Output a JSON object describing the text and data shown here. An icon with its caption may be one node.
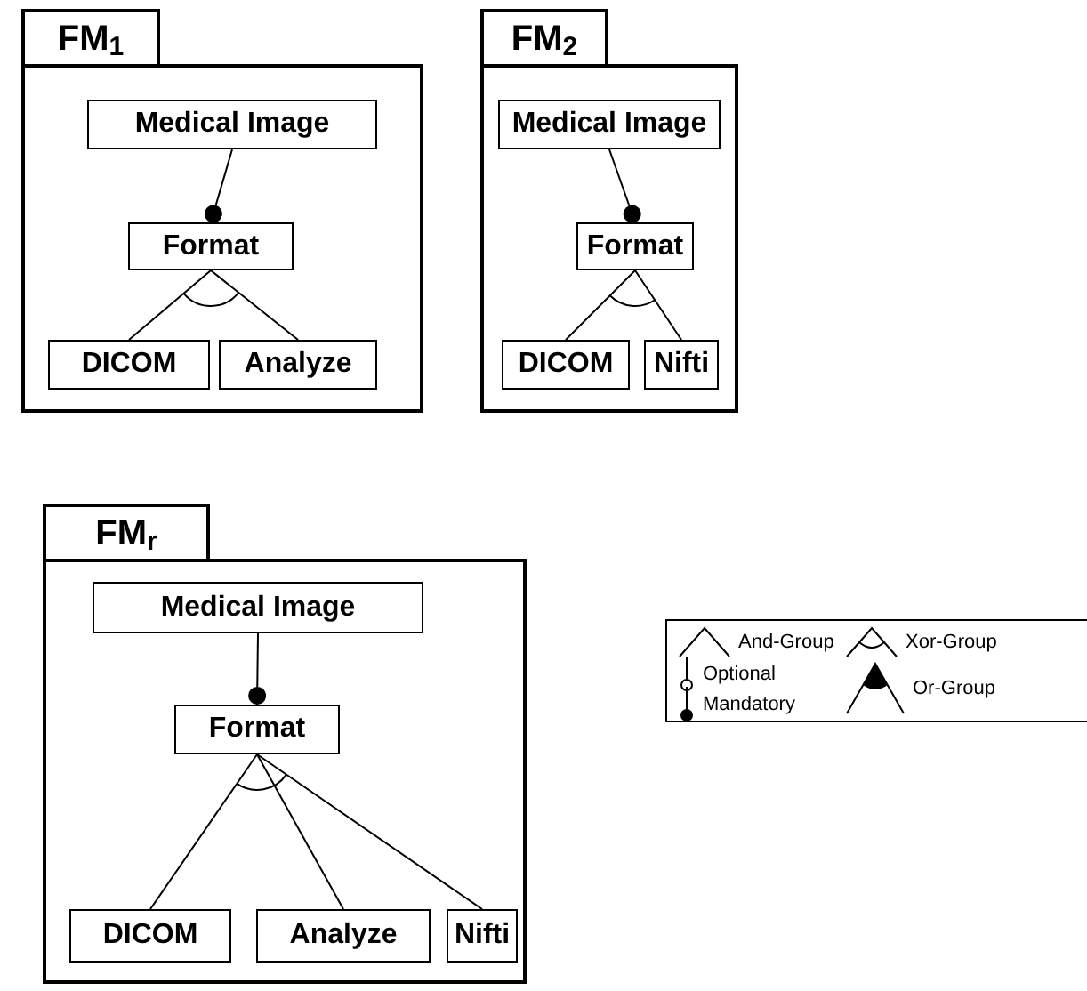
{
  "diagram": {
    "nodes": [
      {
        "text": [
          "FM$_{1}$"
        ]
      },
      {
        "text": [
          "Medical Image"
        ],
        "in": 0
      },
      {
        "text": [
          "Format"
        ],
        "in": 0
      },
      {
        "text": [
          "DICOM"
        ],
        "in": 0
      },
      {
        "text": [
          "Analyze"
        ],
        "in": 0
      },
      {
        "text": [
          "FM$_{2}$"
        ]
      },
      {
        "text": [
          "Medical Image"
        ],
        "in": 5
      },
      {
        "text": [
          "Format"
        ],
        "in": 5
      },
      {
        "text": [
          "DICOM"
        ],
        "in": 5
      },
      {
        "text": [
          "Nifti"
        ],
        "in": 5
      },
      {
        "text": [
          "FM$_{r}$"
        ]
      },
      {
        "text": [
          "Medical Image"
        ],
        "in": 10
      },
      {
        "text": [
          "Format"
        ],
        "in": 10
      },
      {
        "text": [
          "DICOM"
        ],
        "in": 10
      },
      {
        "text": [
          "Analyze"
        ],
        "in": 10
      },
      {
        "text": [
          "Nifti"
        ],
        "in": 10
      }
    ],
    "edges": [
      {
        "from": 1,
        "to": 2,
        "arrow": "other"
      },
      {
        "from": 2,
        "to": 3,
        "arrow": "none"
      },
      {
        "from": 2,
        "to": 4,
        "arrow": "none"
      },
      {
        "from": 6,
        "to": 7,
        "arrow": "other"
      },
      {
        "from": 7,
        "to": 8,
        "arrow": "none"
      },
      {
        "from": 7,
        "to": 9,
        "arrow": "none"
      },
      {
        "from": 11,
        "to": 12,
        "arrow": "other"
      },
      {
        "from": 12,
        "to": 13,
        "arrow": "none"
      },
      {
        "from": 12,
        "to": 14,
        "arrow": "none"
      },
      {
        "from": 12,
        "to": 15,
        "arrow": "none"
      }
    ],
    "legend": [
      {
        "text": "And-Group"
      },
      {
        "text": "Xor-Group"
      },
      {
        "text": "Optional"
      },
      {
        "text": "Or-Group"
      },
      {
        "text": "Mandatory"
      }
    ]
  }
}
